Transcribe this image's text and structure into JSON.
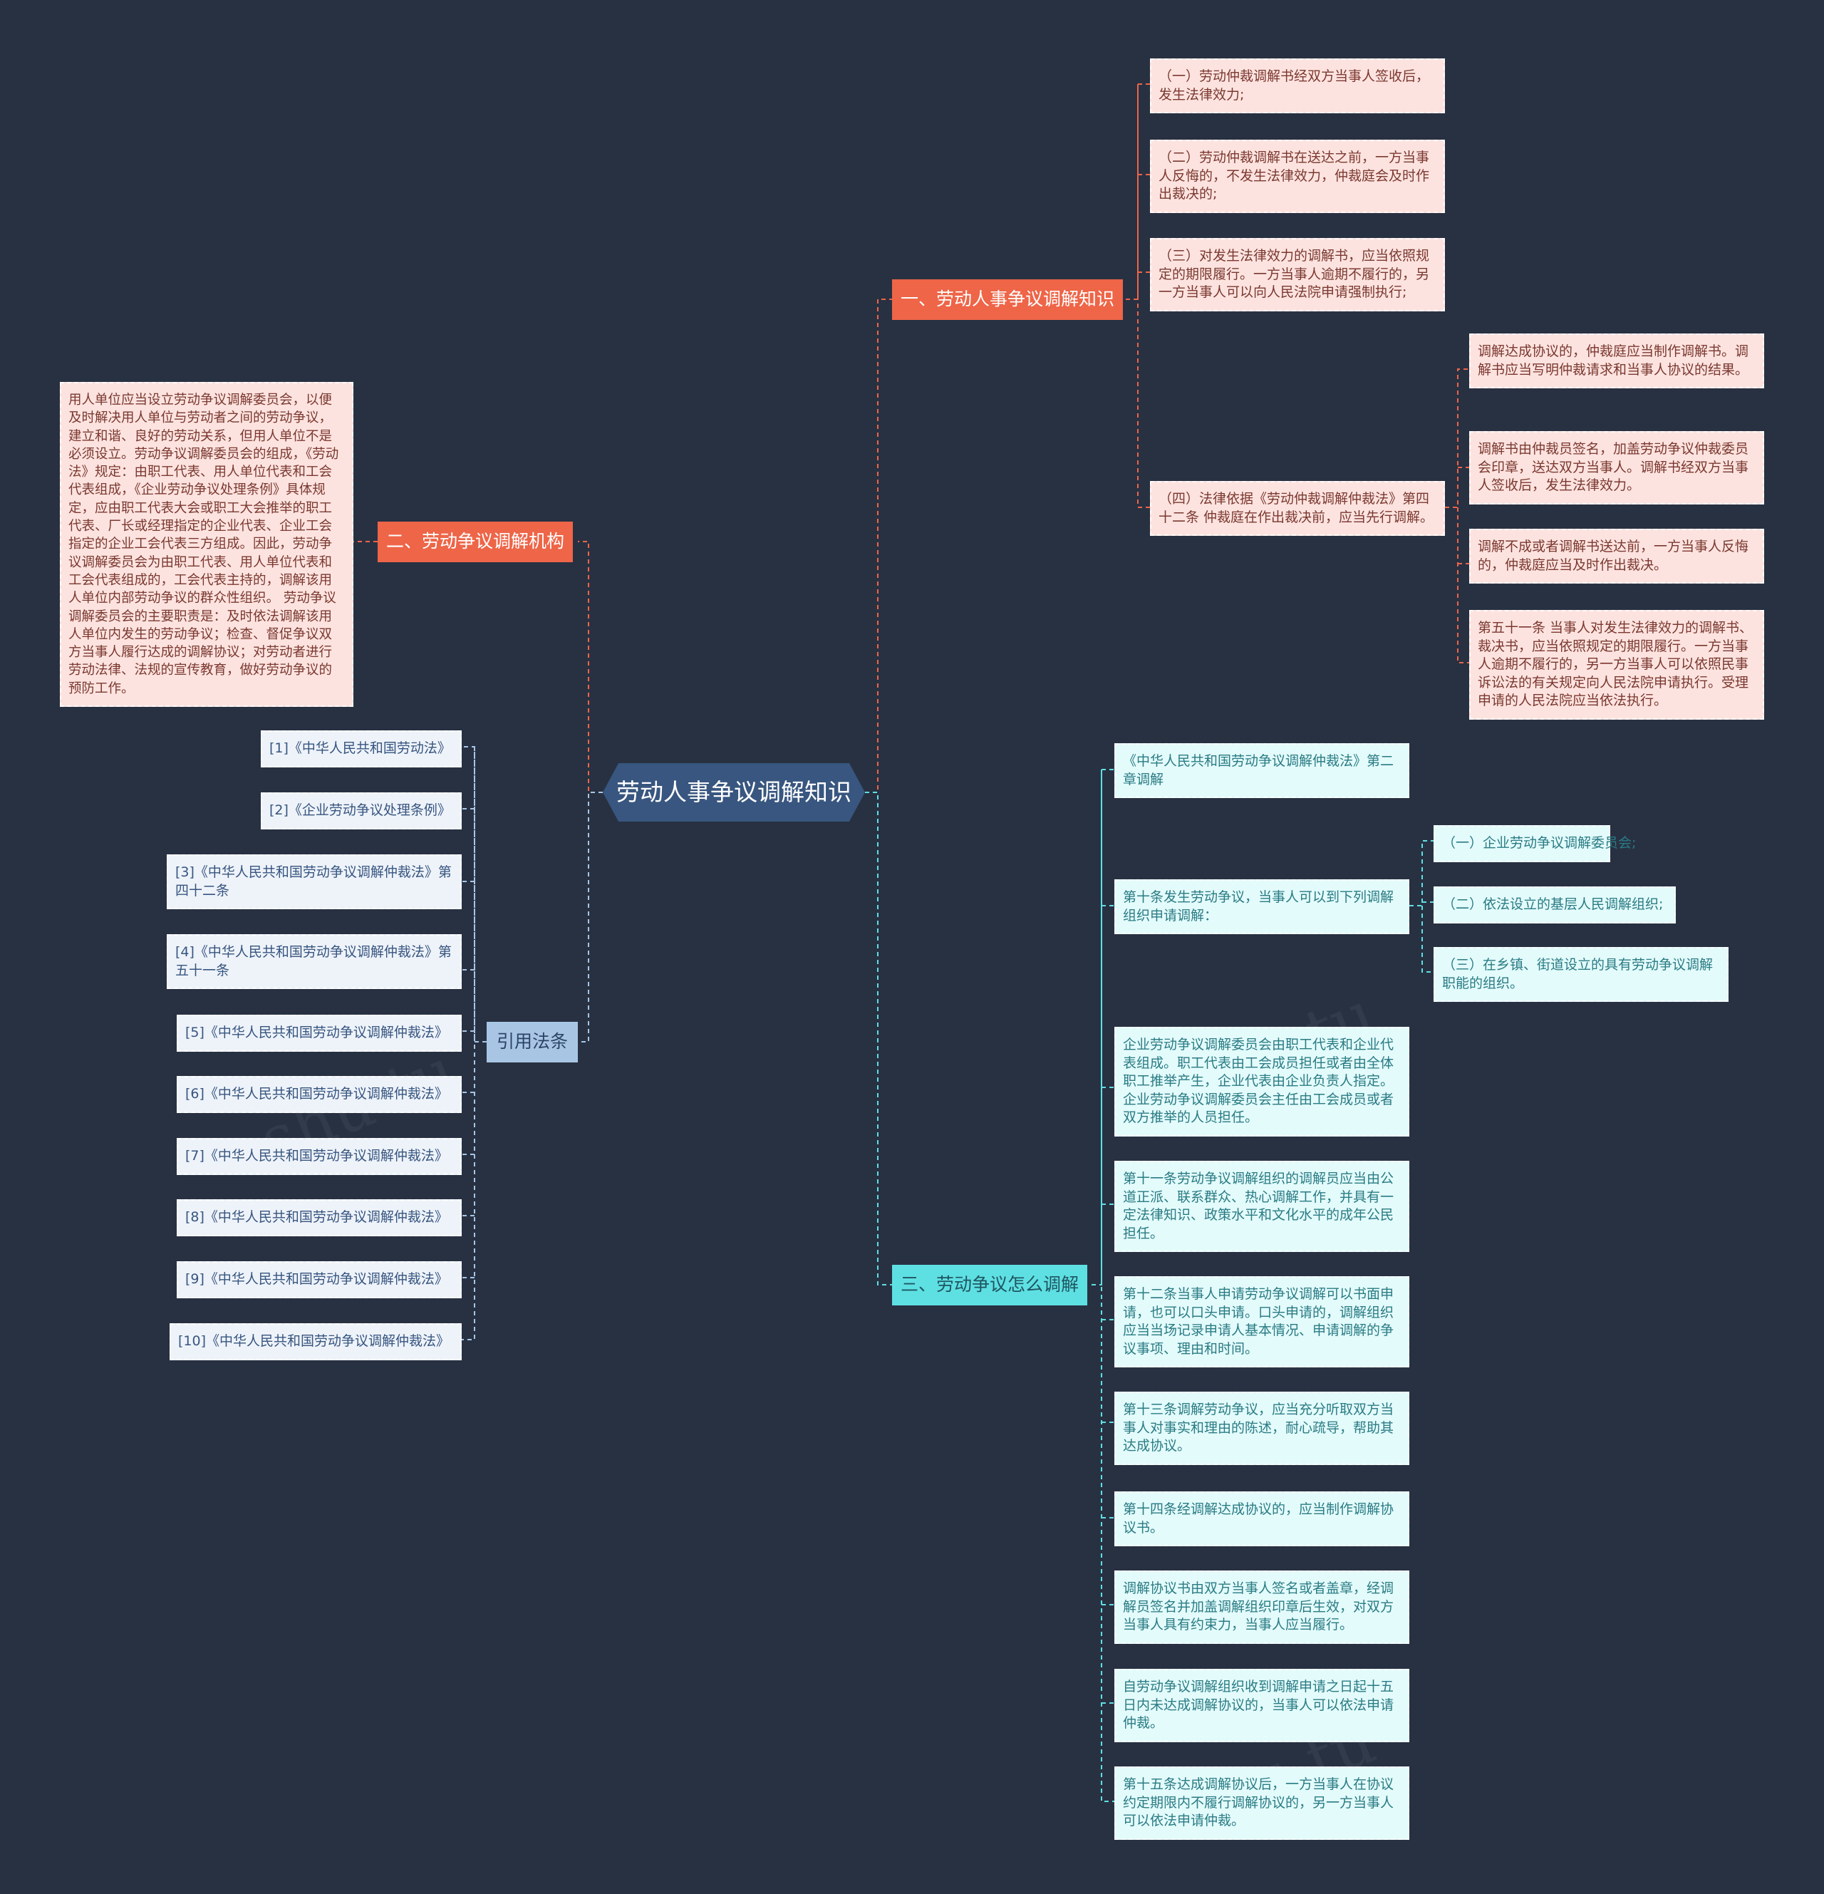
{
  "root": {
    "label": "劳动人事争议调解知识"
  },
  "branches": {
    "b1": {
      "label": "一、劳动人事争议调解知识",
      "items": [
        "（一）劳动仲裁调解书经双方当事人签收后，发生法律效力;",
        "（二）劳动仲裁调解书在送达之前，一方当事人反悔的，不发生法律效力，仲裁庭会及时作出裁决的;",
        "（三）对发生法律效力的调解书，应当依照规定的期限履行。一方当事人逾期不履行的，另一方当事人可以向人民法院申请强制执行;",
        "（四）法律依据《劳动仲裁调解仲裁法》第四十二条 仲裁庭在作出裁决前，应当先行调解。"
      ],
      "sub": [
        "调解达成协议的，仲裁庭应当制作调解书。调解书应当写明仲裁请求和当事人协议的结果。",
        "调解书由仲裁员签名，加盖劳动争议仲裁委员会印章，送达双方当事人。调解书经双方当事人签收后，发生法律效力。",
        "调解不成或者调解书送达前，一方当事人反悔的，仲裁庭应当及时作出裁决。",
        "第五十一条 当事人对发生法律效力的调解书、裁决书，应当依照规定的期限履行。一方当事人逾期不履行的，另一方当事人可以依照民事诉讼法的有关规定向人民法院申请执行。受理申请的人民法院应当依法执行。"
      ]
    },
    "b2": {
      "label": "二、劳动争议调解机构",
      "text": "用人单位应当设立劳动争议调解委员会，以便及时解决用人单位与劳动者之间的劳动争议，建立和谐、良好的劳动关系，但用人单位不是必须设立。劳动争议调解委员会的组成，《劳动法》规定：由职工代表、用人单位代表和工会代表组成，《企业劳动争议处理条例》具体规定，应由职工代表大会或职工大会推举的职工代表、厂长或经理指定的企业代表、企业工会指定的企业工会代表三方组成。因此，劳动争议调解委员会为由职工代表、用人单位代表和工会代表组成的，工会代表主持的，调解该用人单位内部劳动争议的群众性组织。 劳动争议调解委员会的主要职责是：及时依法调解该用人单位内发生的劳动争议；检查、督促争议双方当事人履行达成的调解协议；对劳动者进行劳动法律、法规的宣传教育，做好劳动争议的预防工作。"
    },
    "b3": {
      "label": "三、劳动争议怎么调解",
      "items": [
        "《中华人民共和国劳动争议调解仲裁法》第二章调解",
        "第十条发生劳动争议，当事人可以到下列调解组织申请调解：",
        "企业劳动争议调解委员会由职工代表和企业代表组成。职工代表由工会成员担任或者由全体职工推举产生，企业代表由企业负责人指定。企业劳动争议调解委员会主任由工会成员或者双方推举的人员担任。",
        "第十一条劳动争议调解组织的调解员应当由公道正派、联系群众、热心调解工作，并具有一定法律知识、政策水平和文化水平的成年公民担任。",
        "第十二条当事人申请劳动争议调解可以书面申请，也可以口头申请。口头申请的，调解组织应当当场记录申请人基本情况、申请调解的争议事项、理由和时间。",
        "第十三条调解劳动争议，应当充分听取双方当事人对事实和理由的陈述，耐心疏导，帮助其达成协议。",
        "第十四条经调解达成协议的，应当制作调解协议书。",
        "调解协议书由双方当事人签名或者盖章，经调解员签名并加盖调解组织印章后生效，对双方当事人具有约束力，当事人应当履行。",
        "自劳动争议调解组织收到调解申请之日起十五日内未达成调解协议的，当事人可以依法申请仲裁。",
        "第十五条达成调解协议后，一方当事人在协议约定期限内不履行调解协议的，另一方当事人可以依法申请仲裁。"
      ],
      "sub": [
        "（一）企业劳动争议调解委员会;",
        "（二）依法设立的基层人民调解组织;",
        "（三）在乡镇、街道设立的具有劳动争议调解职能的组织。"
      ]
    },
    "b4": {
      "label": "引用法条",
      "items": [
        "[1]《中华人民共和国劳动法》",
        "[2]《企业劳动争议处理条例》",
        "[3]《中华人民共和国劳动争议调解仲裁法》第四十二条",
        "[4]《中华人民共和国劳动争议调解仲裁法》第五十一条",
        "[5]《中华人民共和国劳动争议调解仲裁法》",
        "[6]《中华人民共和国劳动争议调解仲裁法》",
        "[7]《中华人民共和国劳动争议调解仲裁法》",
        "[8]《中华人民共和国劳动争议调解仲裁法》",
        "[9]《中华人民共和国劳动争议调解仲裁法》",
        "[10]《中华人民共和国劳动争议调解仲裁法》"
      ]
    }
  },
  "colors": {
    "background": "#283142",
    "root": "#38567f",
    "red_branch": "#ee6548",
    "cyan_branch": "#5ee0e3",
    "blue_branch": "#a8c6e4",
    "red_leaf": "#fde3df",
    "cyan_leaf": "#e3fbfb",
    "blue_leaf": "#eef3fa"
  }
}
